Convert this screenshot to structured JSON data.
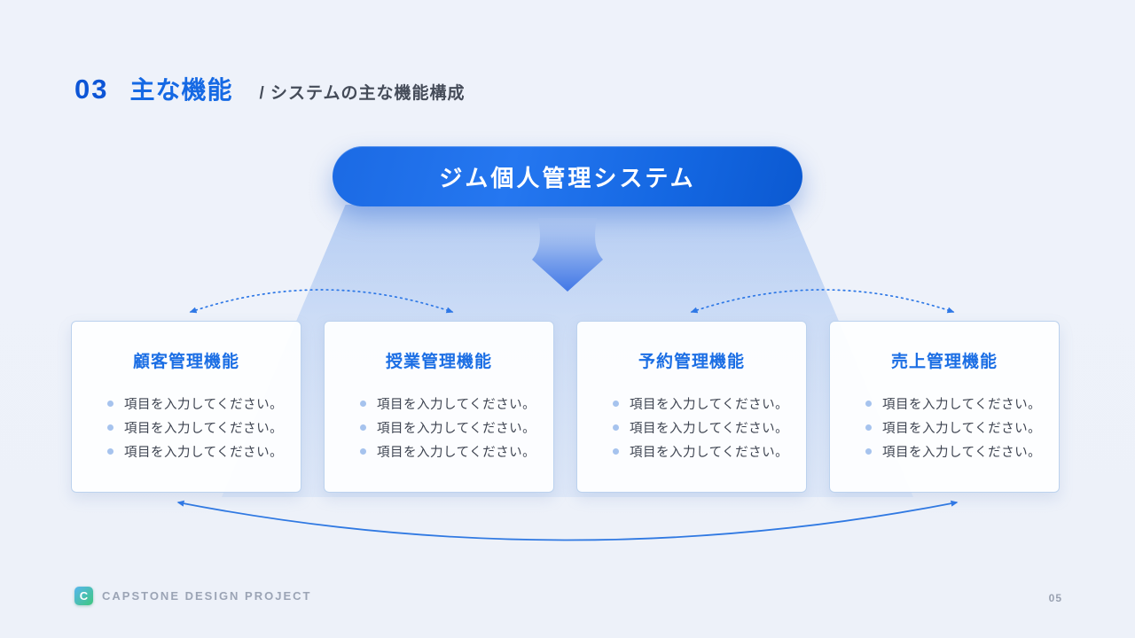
{
  "slide": {
    "header": {
      "number": "03",
      "title": "主な機能",
      "subtitle": "/ システムの主な機能構成"
    },
    "root": {
      "label": "ジム個人管理システム"
    },
    "features": [
      {
        "title": "顧客管理機能",
        "items": [
          "項目を入力してください。",
          "項目を入力してください。",
          "項目を入力してください。"
        ]
      },
      {
        "title": "授業管理機能",
        "items": [
          "項目を入力してください。",
          "項目を入力してください。",
          "項目を入力してください。"
        ]
      },
      {
        "title": "予約管理機能",
        "items": [
          "項目を入力してください。",
          "項目を入力してください。",
          "項目を入力してください。"
        ]
      },
      {
        "title": "売上管理機能",
        "items": [
          "項目を入力してください。",
          "項目を入力してください。",
          "項目を入力してください。"
        ]
      }
    ],
    "footer": {
      "brand": "CAPSTONE DESIGN PROJECT",
      "page": "05",
      "logo_glyph": "C"
    }
  },
  "colors": {
    "background": "#eef1f9",
    "accent_blue": "#1569e4",
    "pill_gradient_start": "#2577f0",
    "pill_gradient_end": "#0b59d1",
    "box_border": "#bcd2ee",
    "box_title": "#1b6ee4",
    "body_text": "#3d4350",
    "bullet": "#a6c3ee",
    "connector": "#2e78e6",
    "footer_text": "#9ba4b5"
  }
}
